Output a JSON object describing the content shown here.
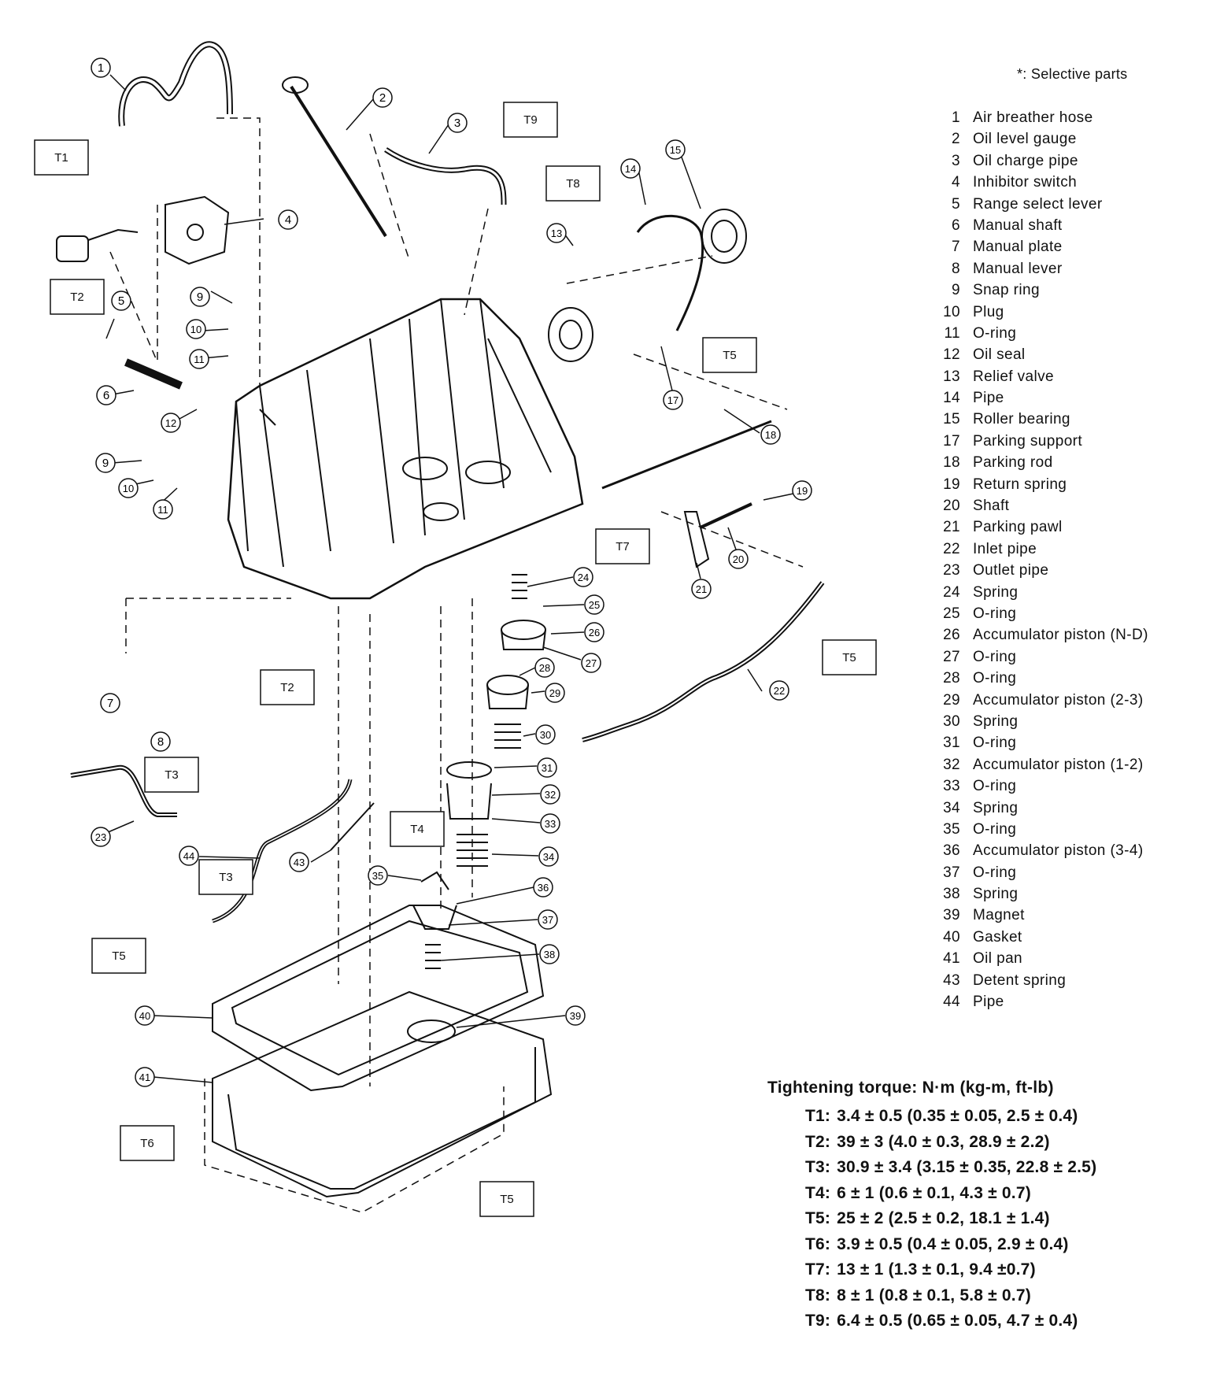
{
  "selective_note": "*:  Selective parts",
  "parts": [
    {
      "num": "1",
      "name": "Air breather hose"
    },
    {
      "num": "2",
      "name": "Oil level gauge"
    },
    {
      "num": "3",
      "name": "Oil charge pipe"
    },
    {
      "num": "4",
      "name": "Inhibitor switch"
    },
    {
      "num": "5",
      "name": "Range select lever"
    },
    {
      "num": "6",
      "name": "Manual shaft"
    },
    {
      "num": "7",
      "name": "Manual plate"
    },
    {
      "num": "8",
      "name": "Manual lever"
    },
    {
      "num": "9",
      "name": "Snap ring"
    },
    {
      "num": "10",
      "name": "Plug"
    },
    {
      "num": "11",
      "name": "O-ring"
    },
    {
      "num": "12",
      "name": "Oil seal"
    },
    {
      "num": "13",
      "name": "Relief valve"
    },
    {
      "num": "14",
      "name": "Pipe"
    },
    {
      "num": "15",
      "name": "Roller bearing"
    },
    {
      "num": "17",
      "name": "Parking support"
    },
    {
      "num": "18",
      "name": "Parking rod"
    },
    {
      "num": "19",
      "name": "Return spring"
    },
    {
      "num": "20",
      "name": "Shaft"
    },
    {
      "num": "21",
      "name": "Parking pawl"
    },
    {
      "num": "22",
      "name": "Inlet pipe"
    },
    {
      "num": "23",
      "name": "Outlet pipe"
    },
    {
      "num": "24",
      "name": "Spring"
    },
    {
      "num": "25",
      "name": "O-ring"
    },
    {
      "num": "26",
      "name": "Accumulator piston (N-D)"
    },
    {
      "num": "27",
      "name": "O-ring"
    },
    {
      "num": "28",
      "name": "O-ring"
    },
    {
      "num": "29",
      "name": "Accumulator piston (2-3)"
    },
    {
      "num": "30",
      "name": "Spring"
    },
    {
      "num": "31",
      "name": "O-ring"
    },
    {
      "num": "32",
      "name": "Accumulator piston (1-2)"
    },
    {
      "num": "33",
      "name": "O-ring"
    },
    {
      "num": "34",
      "name": "Spring"
    },
    {
      "num": "35",
      "name": "O-ring"
    },
    {
      "num": "36",
      "name": "Accumulator piston (3-4)"
    },
    {
      "num": "37",
      "name": "O-ring"
    },
    {
      "num": "38",
      "name": "Spring"
    },
    {
      "num": "39",
      "name": "Magnet"
    },
    {
      "num": "40",
      "name": "Gasket"
    },
    {
      "num": "41",
      "name": "Oil pan"
    },
    {
      "num": "43",
      "name": "Detent spring"
    },
    {
      "num": "44",
      "name": "Pipe"
    }
  ],
  "torque_title": "Tightening torque:  N·m (kg-m, ft-lb)",
  "torques": [
    {
      "key": "T1:",
      "value": "3.4 ± 0.5 (0.35 ± 0.05, 2.5 ± 0.4)"
    },
    {
      "key": "T2:",
      "value": "39  ± 3 (4.0 ± 0.3, 28.9 ± 2.2)"
    },
    {
      "key": "T3:",
      "value": "30.9 ± 3.4 (3.15 ± 0.35, 22.8 ± 2.5)"
    },
    {
      "key": "T4:",
      "value": "6 ± 1 (0.6 ± 0.1, 4.3 ± 0.7)"
    },
    {
      "key": "T5:",
      "value": "25 ± 2 (2.5 ± 0.2, 18.1 ± 1.4)"
    },
    {
      "key": "T6:",
      "value": "3.9 ± 0.5 (0.4 ± 0.05, 2.9 ± 0.4)"
    },
    {
      "key": "T7:",
      "value": "13 ± 1 (1.3 ± 0.1, 9.4 ±0.7)"
    },
    {
      "key": "T8:",
      "value": "8 ± 1 (0.8 ± 0.1, 5.8  ± 0.7)"
    },
    {
      "key": "T9:",
      "value": "6.4 ± 0.5 (0.65 ± 0.05, 4.7 ± 0.4)"
    }
  ],
  "callouts": {
    "c1": "1",
    "c2": "2",
    "c3": "3",
    "c4": "4",
    "c5": "5",
    "c6": "6",
    "c7": "7",
    "c8": "8",
    "c9a": "9",
    "c9b": "9",
    "c10a": "10",
    "c10b": "10",
    "c11a": "11",
    "c11b": "11",
    "c12": "12",
    "c13": "13",
    "c14": "14",
    "c15": "15",
    "c17": "17",
    "c18": "18",
    "c19": "19",
    "c20": "20",
    "c21": "21",
    "c22": "22",
    "c23": "23",
    "c24": "24",
    "c25": "25",
    "c26": "26",
    "c27": "27",
    "c28": "28",
    "c29": "29",
    "c30": "30",
    "c31": "31",
    "c32": "32",
    "c33": "33",
    "c34": "34",
    "c35": "35",
    "c36": "36",
    "c37": "37",
    "c38": "38",
    "c39": "39",
    "c40": "40",
    "c41": "41",
    "c43": "43",
    "c44": "44"
  },
  "torque_boxes": {
    "b_t1": "T1",
    "b_t2a": "T2",
    "b_t2b": "T2",
    "b_t3a": "T3",
    "b_t3b": "T3",
    "b_t4": "T4",
    "b_t5a": "T5",
    "b_t5b": "T5",
    "b_t5c": "T5",
    "b_t5d": "T5",
    "b_t6": "T6",
    "b_t7": "T7",
    "b_t8": "T8",
    "b_t9": "T9"
  }
}
